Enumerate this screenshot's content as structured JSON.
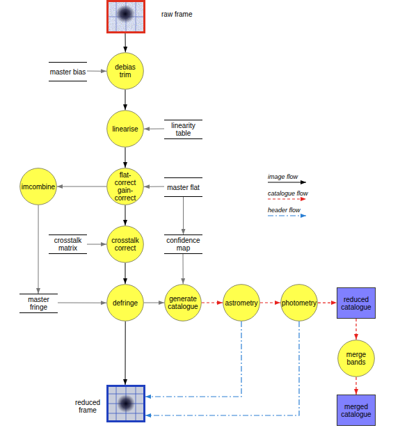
{
  "diagram": {
    "nodes": [
      {
        "text": [
          "raw frame"
        ]
      },
      {
        "text": [
          "master bias"
        ]
      },
      {
        "text": [
          "debias trim"
        ]
      },
      {
        "text": [
          "linearise"
        ]
      },
      {
        "text": [
          "linearity table"
        ]
      },
      {
        "text": [
          "imcombine"
        ]
      },
      {
        "text": [
          "flat-correct gain-correct"
        ]
      },
      {
        "text": [
          "master flat"
        ]
      },
      {
        "text": [
          "crosstalk matrix"
        ]
      },
      {
        "text": [
          "crosstalk correct"
        ]
      },
      {
        "text": [
          "confidence map"
        ]
      },
      {
        "text": [
          "master fringe"
        ]
      },
      {
        "text": [
          "defringe"
        ]
      },
      {
        "text": [
          "generate catalogue"
        ]
      },
      {
        "text": [
          "astrometry"
        ]
      },
      {
        "text": [
          "photometry"
        ]
      },
      {
        "text": [
          "reduced catalogue"
        ]
      },
      {
        "text": [
          "merge bands"
        ]
      },
      {
        "text": [
          "reduced frame"
        ]
      },
      {
        "text": [
          "merged catalogue"
        ]
      }
    ],
    "edges": [
      {
        "from": 0,
        "to": 2,
        "arrow": "to"
      },
      {
        "from": 1,
        "to": 2,
        "arrow": "to"
      },
      {
        "from": 2,
        "to": 3,
        "arrow": "to"
      },
      {
        "from": 4,
        "to": 3,
        "arrow": "to"
      },
      {
        "from": 3,
        "to": 6,
        "arrow": "to"
      },
      {
        "from": 7,
        "to": 6,
        "arrow": "to"
      },
      {
        "from": 6,
        "to": 5,
        "arrow": "to"
      },
      {
        "from": 6,
        "to": 9,
        "arrow": "to"
      },
      {
        "from": 7,
        "to": 10,
        "arrow": "to"
      },
      {
        "from": 8,
        "to": 9,
        "arrow": "to"
      },
      {
        "from": 9,
        "to": 12,
        "arrow": "to"
      },
      {
        "from": 5,
        "to": 11,
        "arrow": "to"
      },
      {
        "from": 11,
        "to": 12,
        "arrow": "to"
      },
      {
        "from": 12,
        "to": 13,
        "arrow": "to"
      },
      {
        "from": 10,
        "to": 13,
        "arrow": "to"
      },
      {
        "from": 12,
        "to": 18,
        "arrow": "to"
      },
      {
        "from": 13,
        "to": 14,
        "arrow": "to"
      },
      {
        "from": 14,
        "to": 15,
        "arrow": "to"
      },
      {
        "from": 15,
        "to": 16,
        "arrow": "to"
      },
      {
        "from": 16,
        "to": 17,
        "arrow": "to"
      },
      {
        "from": 17,
        "to": 19,
        "arrow": "to"
      },
      {
        "from": 14,
        "to": 18,
        "arrow": "to"
      },
      {
        "from": 15,
        "to": 18,
        "arrow": "to"
      }
    ],
    "legend": [
      {
        "text": "image flow"
      },
      {
        "text": "catalogue flow"
      },
      {
        "text": "header flow"
      }
    ]
  }
}
